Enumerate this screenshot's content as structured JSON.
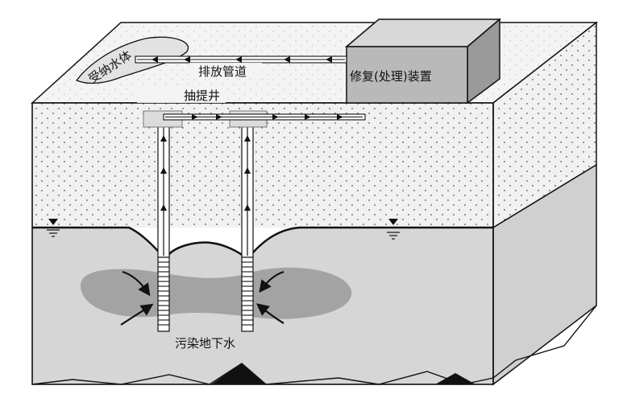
{
  "labels": {
    "receiving_water": "受纳水体",
    "discharge_pipe": "排放管道",
    "treatment_unit": "修复(处理)装置",
    "extraction_well": "抽提井",
    "contaminated_groundwater": "污染地下水"
  },
  "colors": {
    "soil_top": "#f1f1f1",
    "aquifer": "#d6d6d6",
    "plume": "#a3a3a3",
    "box_front": "#b9b9b9",
    "box_top": "#d8d8d8",
    "box_side": "#9a9a9a",
    "line": "#111111"
  }
}
